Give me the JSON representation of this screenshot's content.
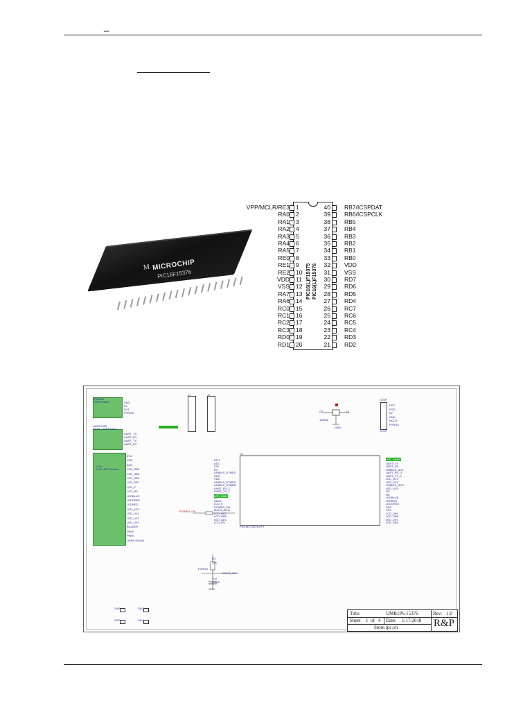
{
  "header": {
    "mark": "_"
  },
  "chip_photo": {
    "brand": "MICROCHIP",
    "part": "PIC16F15376",
    "logo": "M"
  },
  "pinout": {
    "chip_label_1": "PIC16(L)F15375",
    "chip_label_2": "PIC16(L)F15376",
    "left_pins": [
      {
        "num": "1",
        "name": "VPP/MCLR/RE3"
      },
      {
        "num": "2",
        "name": "RA0"
      },
      {
        "num": "3",
        "name": "RA1"
      },
      {
        "num": "4",
        "name": "RA2"
      },
      {
        "num": "5",
        "name": "RA3"
      },
      {
        "num": "6",
        "name": "RA4"
      },
      {
        "num": "7",
        "name": "RA5"
      },
      {
        "num": "8",
        "name": "RE0"
      },
      {
        "num": "9",
        "name": "RE1"
      },
      {
        "num": "10",
        "name": "RE2"
      },
      {
        "num": "11",
        "name": "VDD"
      },
      {
        "num": "12",
        "name": "VSS"
      },
      {
        "num": "13",
        "name": "RA7"
      },
      {
        "num": "14",
        "name": "RA6"
      },
      {
        "num": "15",
        "name": "RC0"
      },
      {
        "num": "16",
        "name": "RC1"
      },
      {
        "num": "17",
        "name": "RC2"
      },
      {
        "num": "18",
        "name": "RC3"
      },
      {
        "num": "19",
        "name": "RD0"
      },
      {
        "num": "20",
        "name": "RD1"
      }
    ],
    "right_pins": [
      {
        "num": "40",
        "name": "RB7/ICSPDAT"
      },
      {
        "num": "39",
        "name": "RB6/ICSPCLK"
      },
      {
        "num": "38",
        "name": "RB5"
      },
      {
        "num": "37",
        "name": "RB4"
      },
      {
        "num": "36",
        "name": "RB3"
      },
      {
        "num": "35",
        "name": "RB2"
      },
      {
        "num": "34",
        "name": "RB1"
      },
      {
        "num": "33",
        "name": "RB0"
      },
      {
        "num": "32",
        "name": "VDD"
      },
      {
        "num": "31",
        "name": "VSS"
      },
      {
        "num": "30",
        "name": "RD7"
      },
      {
        "num": "29",
        "name": "RD6"
      },
      {
        "num": "28",
        "name": "RD5"
      },
      {
        "num": "27",
        "name": "RD4"
      },
      {
        "num": "26",
        "name": "RC7"
      },
      {
        "num": "25",
        "name": "RC6"
      },
      {
        "num": "24",
        "name": "RC5"
      },
      {
        "num": "23",
        "name": "RC4"
      },
      {
        "num": "22",
        "name": "RD3"
      },
      {
        "num": "21",
        "name": "RD2"
      }
    ]
  },
  "schematic": {
    "power_block": {
      "title": "POWER",
      "sub": "PWR header",
      "labels": [
        "VDD",
        "5V",
        "3V3",
        "PVRGS"
      ]
    },
    "uart_block": {
      "title": "UART/USB",
      "sub": "UART_USB header",
      "labels": [
        "UART_TX",
        "UART_RX",
        "UART_TX",
        "UART_RX"
      ]
    },
    "lcd_block": {
      "title": "LCD",
      "sub": "LCD_ADC header",
      "labels": [
        "3V3",
        "VDD",
        "ADC",
        "LCD_DB5",
        "LCD_DB6",
        "LCD_DB4",
        "LCD_DB7",
        "LCD_E",
        "LCD_RS",
        "LEDBLUE",
        "LEDGREE",
        "LEDRED",
        "LED_ADC",
        "LED_UV1",
        "LED_UV2",
        "LED_UV3",
        "BUZZER",
        "PWM",
        "PWM",
        "OPEN DRAIN"
      ]
    },
    "mcu": {
      "ref": "U1",
      "part": "PIC16LF15376-I/PT",
      "left_nets": [
        "INT1",
        "ADC",
        "VIN",
        "RX",
        "UNIBUS_DTMED",
        "SDA",
        "VDD",
        "UNIBUS_DTMED",
        "UNIBUS_DTMED",
        "UART_RX_2",
        "UART_TX_2",
        "NC",
        "NC",
        "ADC3",
        "LCD_E",
        "POWER_ON",
        "MCLR_MCU",
        "LCD_DB7",
        "LCD_DB6",
        "LED_ADC",
        "LCD_RS"
      ],
      "right_nets": [
        "LED_DIMAT",
        "UART_TX",
        "UART_RX",
        "UNIBUS_ACK",
        "UART_RX_3",
        "UART_TX_3",
        "LED_UV2",
        "LED_UV1",
        "UNIBUS_RES",
        "LED_UV3",
        "NC",
        "NC",
        "LEDBLUE",
        "LEDRED",
        "LEDGREE",
        "ADC",
        "VSS",
        "LCD_DB4",
        "LCD_DB5",
        "LED_UV1",
        "LED_DB4"
      ],
      "highlight_left": "LED_DIM4",
      "highlight_right": "LED_DIMAT"
    },
    "connectors_top": {
      "j1": "J1",
      "j2": "J2"
    },
    "icsp": {
      "title": "ICSP",
      "labels": [
        "PGC",
        "PGD",
        "5V",
        "GND",
        "MCLR",
        "PVRGS"
      ]
    },
    "crystal": {
      "c1": "C8",
      "c2": "C9",
      "label": "12MHz",
      "gnd": "GND"
    },
    "reset": {
      "labels": [
        "PVRGS",
        "R3",
        "10K",
        "MCLR_MCU",
        "C10",
        "100nF",
        "GND"
      ]
    },
    "buttons": [
      "SW1",
      "SW2",
      "SW3",
      "SW4"
    ],
    "power_switch": "POWER_ON",
    "title_block": {
      "title_label": "Title:",
      "title_value": "UMB1P6-15376",
      "rev_label": "Rev:",
      "rev_value": "1.0",
      "sheet_label": "Sheet",
      "sheet_value": "1",
      "of_label": "of",
      "of_value": "4",
      "date_label": "Date:",
      "date_value": "1/17/2018",
      "store": "Store.rpc.vn",
      "company": "R&P"
    }
  }
}
